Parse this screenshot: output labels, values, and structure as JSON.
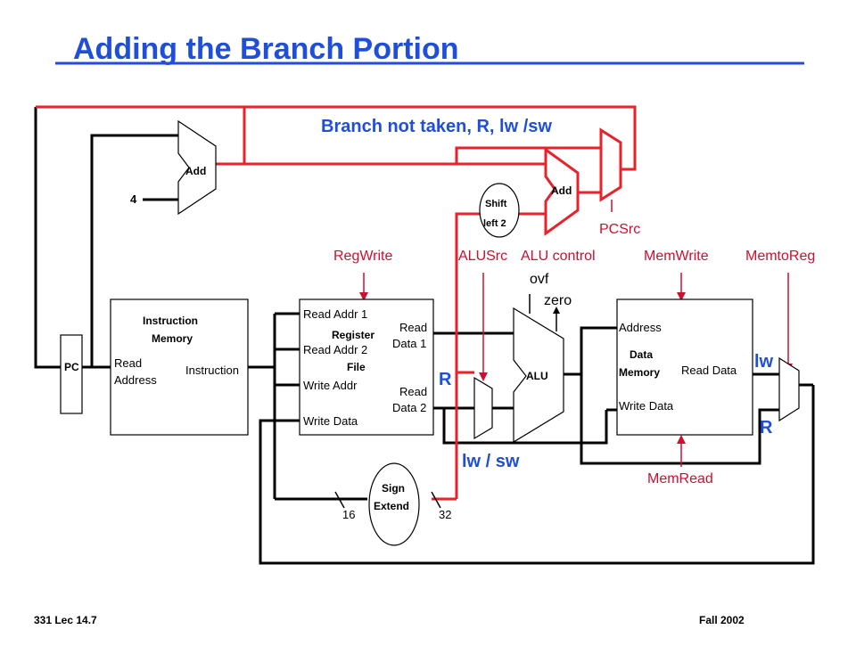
{
  "title": "Adding the Branch Portion",
  "path_label": "Branch not taken, R, lw /sw",
  "footer": {
    "left": "331  Lec 14.7",
    "right": "Fall 2002"
  },
  "pc": {
    "label": "PC"
  },
  "adder_pc": {
    "label": "Add",
    "const": "4"
  },
  "adder_branch": {
    "label": "Add"
  },
  "shift": {
    "line1": "Shift",
    "line2": "left 2"
  },
  "instruction_memory": {
    "title1": "Instruction",
    "title2": "Memory",
    "read1": "Read",
    "read2": "Address",
    "out": "Instruction"
  },
  "register_file": {
    "read_addr_1": "Read Addr 1",
    "read_addr_2": "Read Addr 2",
    "write_addr": "Write Addr",
    "write_data": "Write Data",
    "title1": "Register",
    "title2": "File",
    "read_data_1a": "Read",
    "read_data_1b": "Data 1",
    "read_data_2a": "Read",
    "read_data_2b": "Data 2"
  },
  "alu": {
    "label": "ALU",
    "ovf": "ovf",
    "zero": "zero"
  },
  "sign_extend": {
    "line1": "Sign",
    "line2": "Extend",
    "in_bits": "16",
    "out_bits": "32"
  },
  "data_memory": {
    "address": "Address",
    "title1": "Data",
    "title2": "Memory",
    "read_data": "Read Data",
    "write_data": "Write Data"
  },
  "controls": {
    "regwrite": "RegWrite",
    "alusrc": "ALUSrc",
    "alu_control": "ALU control",
    "memwrite": "MemWrite",
    "memtoreg": "MemtoReg",
    "memread": "MemRead",
    "pcsrc": "PCSrc"
  },
  "annotations": {
    "r_alusrc": "R",
    "lw_sw": "lw / sw",
    "lw_mux": "lw",
    "r_mux": "R"
  },
  "colors": {
    "title": "#1f4fd8",
    "control": "#cc1030",
    "active_path": "#e8222a"
  }
}
